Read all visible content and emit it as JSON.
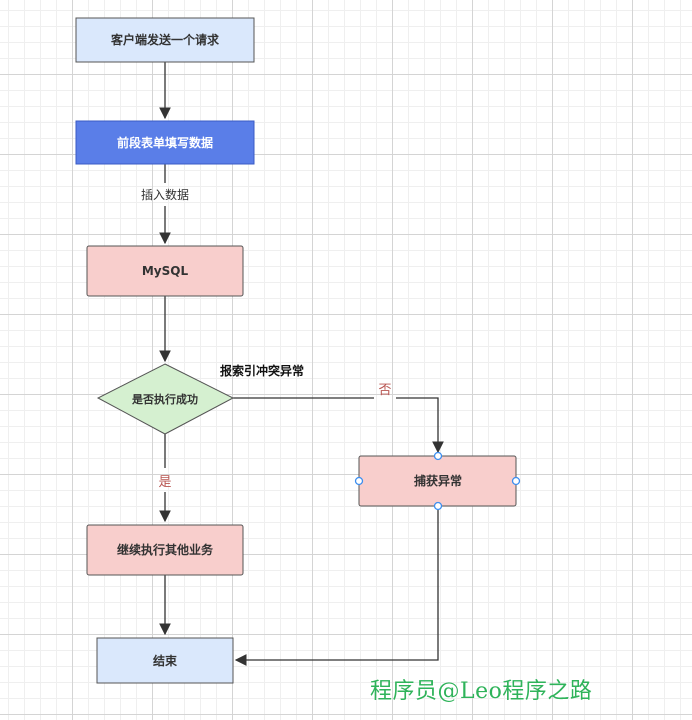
{
  "nodes": {
    "start": "客户端发送一个请求",
    "form": "前段表单填写数据",
    "mysql": "MySQL",
    "decision": "是否执行成功",
    "catch": "捕获异常",
    "continue": "继续执行其他业务",
    "end": "结束"
  },
  "edges": {
    "insert_label": "插入数据",
    "yes_label": "是",
    "no_label": "否"
  },
  "annotation": {
    "conflict": "报索引冲突异常"
  },
  "watermark": "程序员@Leo程序之路",
  "colors": {
    "blue_light": "#dae8fc",
    "blue_strong": "#5a7ee8",
    "red_light": "#f8cecc",
    "green_light": "#d5f0d0",
    "label_red": "#b85450",
    "watermark": "#2fb35a",
    "selection_handle": "#3d8eef"
  }
}
